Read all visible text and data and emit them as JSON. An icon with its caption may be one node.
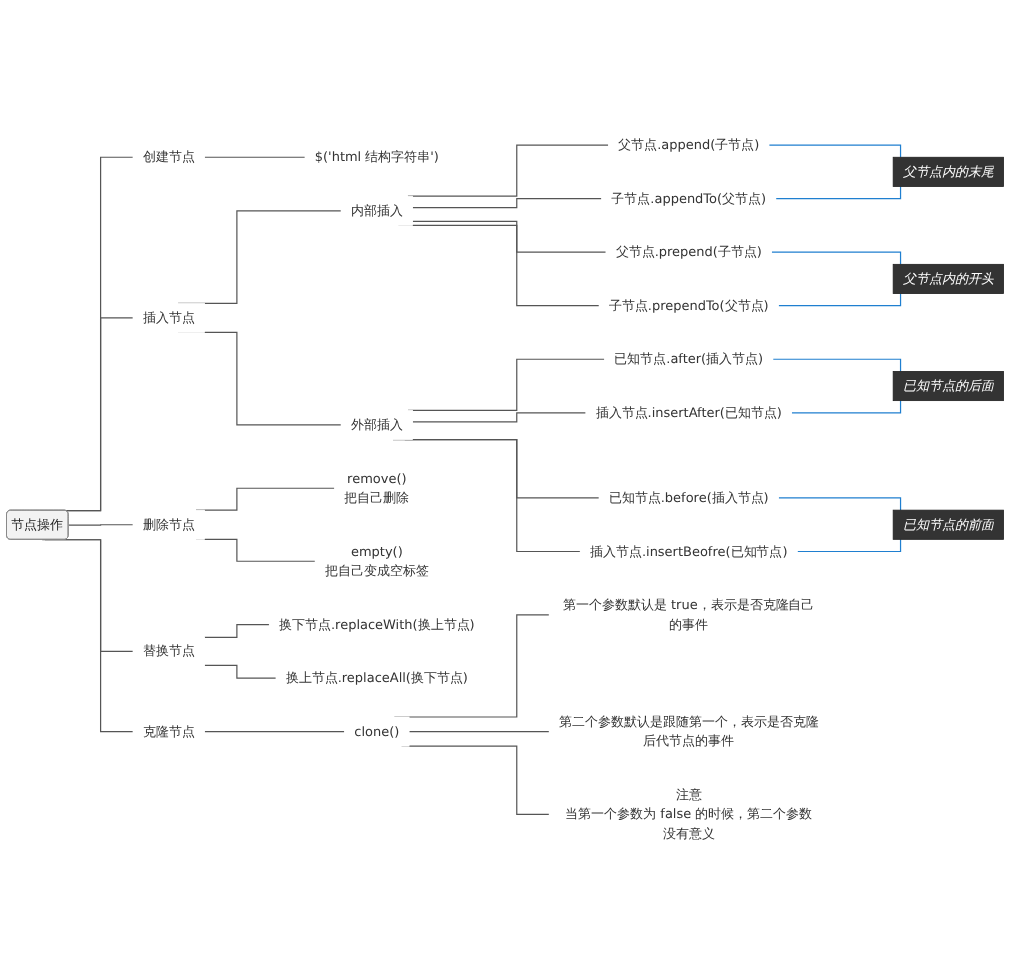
{
  "diagram": {
    "nodes": [
      {
        "text": [
          "节点操作"
        ]
      },
      {
        "text": [
          "创建节点"
        ]
      },
      {
        "text": [
          "$('html 结构字符串')"
        ]
      },
      {
        "text": [
          "插入节点"
        ]
      },
      {
        "text": [
          "内部插入"
        ]
      },
      {
        "text": [
          "父节点.append(子节点)"
        ]
      },
      {
        "text": [
          "子节点.appendTo(父节点)"
        ]
      },
      {
        "text": [
          "父节点.prepend(子节点)"
        ]
      },
      {
        "text": [
          "子节点.prependTo(父节点)"
        ]
      },
      {
        "text": [
          "父节点内的末尾"
        ]
      },
      {
        "text": [
          "父节点内的开头"
        ]
      },
      {
        "text": [
          "外部插入"
        ]
      },
      {
        "text": [
          "已知节点.after(插入节点)"
        ]
      },
      {
        "text": [
          "插入节点.insertAfter(已知节点)"
        ]
      },
      {
        "text": [
          "已知节点.before(插入节点)"
        ]
      },
      {
        "text": [
          "插入节点.insertBeofre(已知节点)"
        ]
      },
      {
        "text": [
          "已知节点的后面"
        ]
      },
      {
        "text": [
          "已知节点的前面"
        ]
      },
      {
        "text": [
          "删除节点"
        ]
      },
      {
        "text": [
          "remove()",
          "把自己删除"
        ]
      },
      {
        "text": [
          "empty()",
          "把自己变成空标签"
        ]
      },
      {
        "text": [
          "替换节点"
        ]
      },
      {
        "text": [
          "换下节点.replaceWith(换上节点)"
        ]
      },
      {
        "text": [
          "换上节点.replaceAll(换下节点)"
        ]
      },
      {
        "text": [
          "克隆节点"
        ]
      },
      {
        "text": [
          "clone()"
        ]
      },
      {
        "text": [
          "第一个参数默认是 true，表示是否克隆自己的事件"
        ]
      },
      {
        "text": [
          "第二个参数默认是跟随第一个，表示是否克隆后代节点的事件"
        ]
      },
      {
        "text": [
          "注意",
          "当第一个参数为 false 的时候，第二个参数没有意义"
        ]
      }
    ],
    "edges": [
      {
        "from": 0,
        "to": 1,
        "arrow": "none"
      },
      {
        "from": 1,
        "to": 2,
        "arrow": "none"
      },
      {
        "from": 0,
        "to": 3,
        "arrow": "none"
      },
      {
        "from": 3,
        "to": 4,
        "arrow": "none"
      },
      {
        "from": 4,
        "to": 5,
        "arrow": "none"
      },
      {
        "from": 4,
        "to": 6,
        "arrow": "none"
      },
      {
        "from": 4,
        "to": 7,
        "arrow": "none"
      },
      {
        "from": 4,
        "to": 8,
        "arrow": "none"
      },
      {
        "from": 5,
        "to": 9,
        "arrow": "none",
        "color": "#1f7fd0"
      },
      {
        "from": 6,
        "to": 9,
        "arrow": "none",
        "color": "#1f7fd0"
      },
      {
        "from": 7,
        "to": 10,
        "arrow": "none",
        "color": "#1f7fd0"
      },
      {
        "from": 8,
        "to": 10,
        "arrow": "none",
        "color": "#1f7fd0"
      },
      {
        "from": 3,
        "to": 11,
        "arrow": "none"
      },
      {
        "from": 11,
        "to": 12,
        "arrow": "none"
      },
      {
        "from": 11,
        "to": 13,
        "arrow": "none"
      },
      {
        "from": 11,
        "to": 14,
        "arrow": "none"
      },
      {
        "from": 11,
        "to": 15,
        "arrow": "none"
      },
      {
        "from": 12,
        "to": 16,
        "arrow": "none",
        "color": "#1f7fd0"
      },
      {
        "from": 13,
        "to": 16,
        "arrow": "none",
        "color": "#1f7fd0"
      },
      {
        "from": 14,
        "to": 17,
        "arrow": "none",
        "color": "#1f7fd0"
      },
      {
        "from": 15,
        "to": 17,
        "arrow": "none",
        "color": "#1f7fd0"
      },
      {
        "from": 0,
        "to": 18,
        "arrow": "none"
      },
      {
        "from": 18,
        "to": 19,
        "arrow": "none"
      },
      {
        "from": 18,
        "to": 20,
        "arrow": "none"
      },
      {
        "from": 0,
        "to": 21,
        "arrow": "none"
      },
      {
        "from": 21,
        "to": 22,
        "arrow": "none"
      },
      {
        "from": 21,
        "to": 23,
        "arrow": "none"
      },
      {
        "from": 0,
        "to": 24,
        "arrow": "none"
      },
      {
        "from": 24,
        "to": 25,
        "arrow": "none"
      },
      {
        "from": 25,
        "to": 26,
        "arrow": "none"
      },
      {
        "from": 25,
        "to": 27,
        "arrow": "none"
      },
      {
        "from": 25,
        "to": 28,
        "arrow": "none"
      }
    ]
  }
}
